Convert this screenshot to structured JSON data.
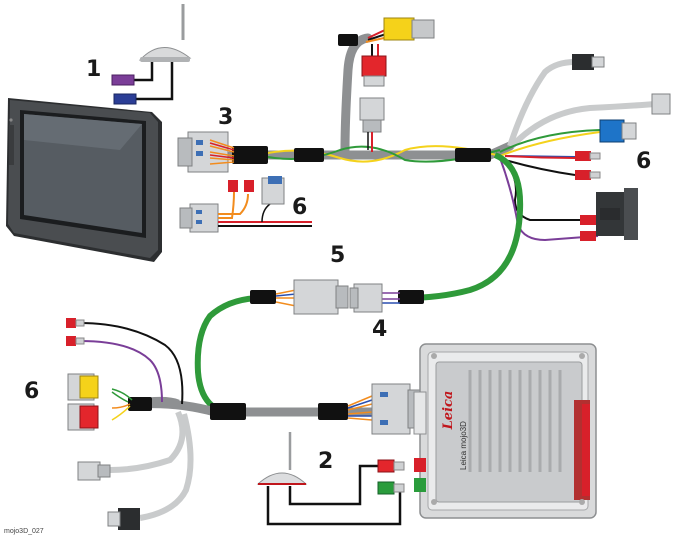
{
  "callouts": {
    "c1": "1",
    "c2": "2",
    "c3": "3",
    "c4": "4",
    "c5": "5",
    "c6_right": "6",
    "c6_display": "6",
    "c6_left": "6"
  },
  "figure_id": "mojo3D_027",
  "ecu": {
    "brand": "Leica",
    "product": "Leica mojo3D"
  },
  "colors": {
    "grey_cable": "#8e9092",
    "light_cable": "#c9cbcc",
    "green_cable": "#2f9a3a",
    "wire_red": "#d8202a",
    "wire_black": "#111111",
    "wire_purple": "#7a3e98",
    "wire_orange": "#f28c1e",
    "wire_yellow": "#f4d21c",
    "wire_blue": "#2a4fb0",
    "plug_yellow": "#f5d21a",
    "plug_red": "#e3262c",
    "plug_blue": "#1e74c8",
    "plug_green": "#2a9c3c"
  }
}
